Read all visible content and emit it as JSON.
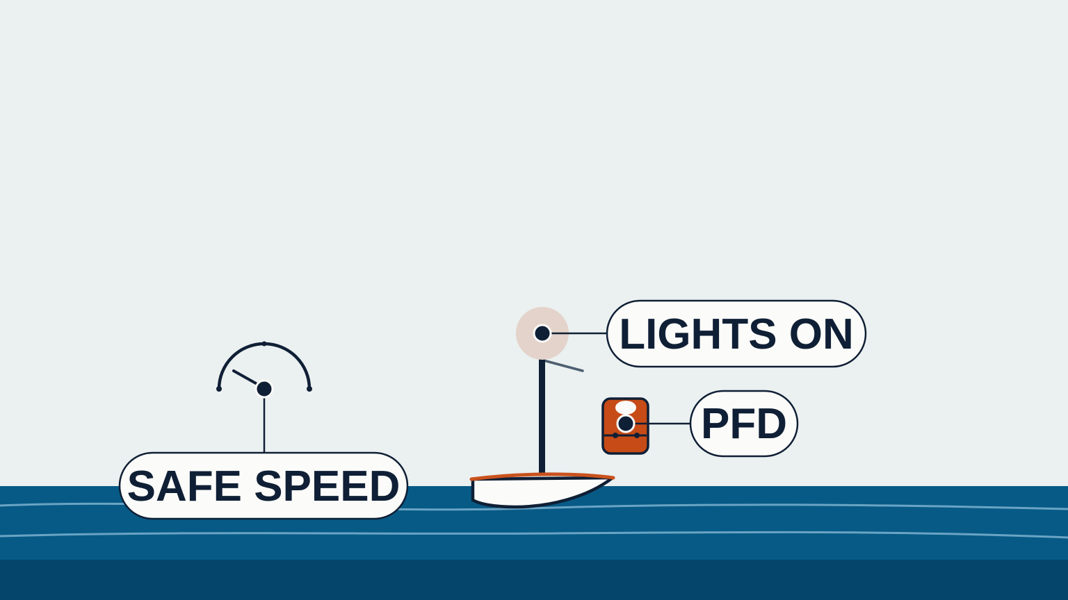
{
  "labels": {
    "lights": "LIGHTS ON",
    "pfd": "PFD",
    "speed": "SAFE SPEED"
  },
  "colors": {
    "sky": "#ebf0f0",
    "water": "#075a86",
    "water_deep": "#05456b",
    "wave": "#6aa4c4",
    "navy": "#0f1f35",
    "pill_fill": "#fbfbf9",
    "hull": "#fbfbf9",
    "hull_trim": "#c9521d",
    "pfd": "#c64b17",
    "light_glow": "#e3d3ca",
    "boom": "#4d5f70"
  },
  "icons": {
    "gauge": "speed-gauge-icon",
    "pfd": "life-jacket-icon",
    "light": "masthead-light-icon",
    "boat": "sailboat-icon"
  }
}
